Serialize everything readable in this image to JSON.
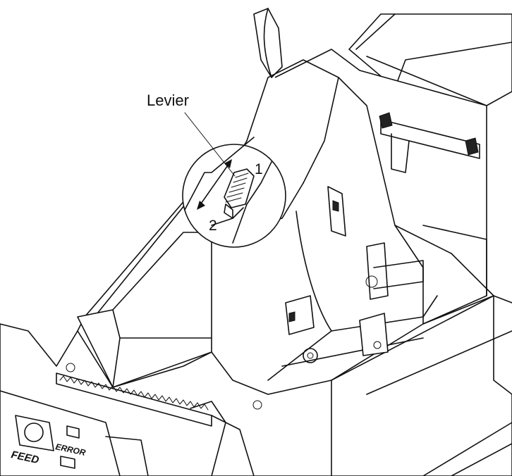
{
  "callout": {
    "label": "Levier",
    "step_1": "1",
    "step_2": "2"
  },
  "panel": {
    "feed_label": "FEED",
    "error_label": "ERROR"
  },
  "colors": {
    "line": "#111111",
    "background": "#ffffff"
  }
}
